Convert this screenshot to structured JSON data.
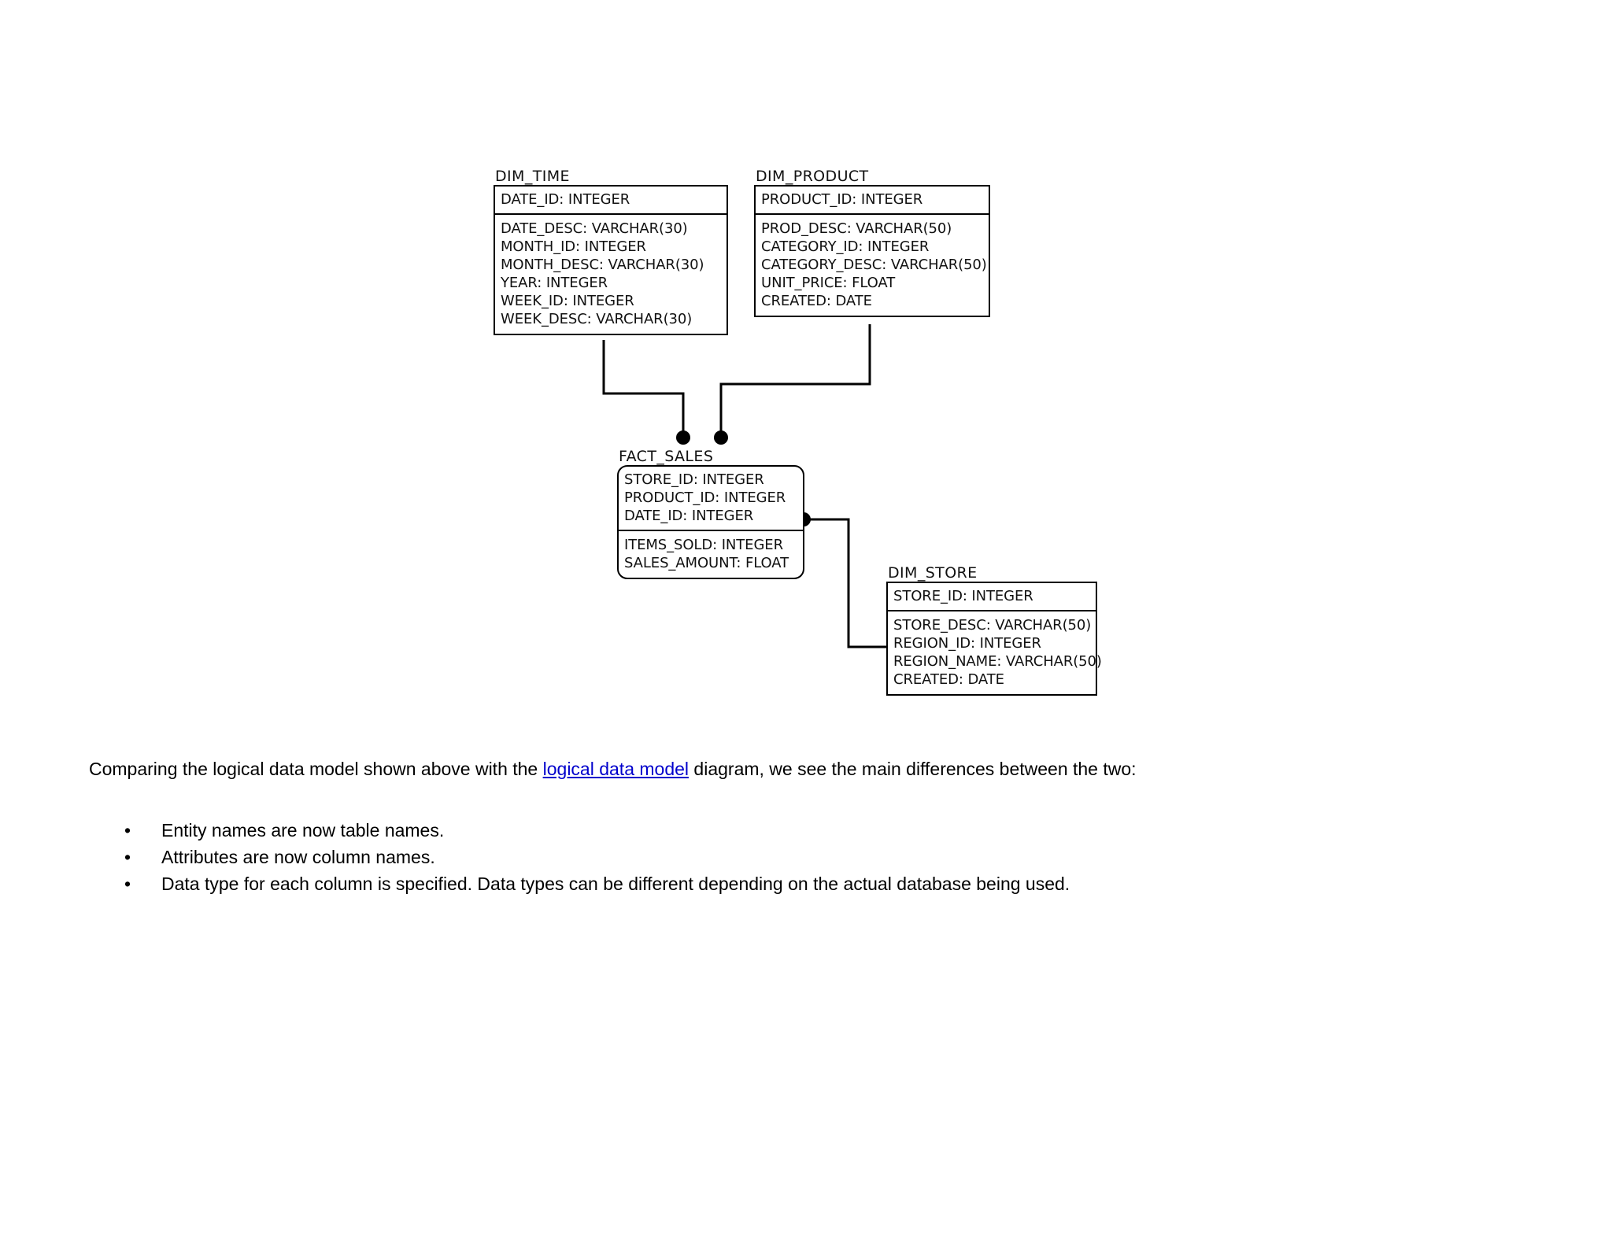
{
  "document": {
    "type": "physical-data-model-diagram",
    "background_color": "#ffffff",
    "text_color": "#000000",
    "link_color": "#0000cc"
  },
  "diagram": {
    "title": "",
    "entities": [
      {
        "name": "DIM_TIME",
        "primary_keys": [
          "DATE_ID: INTEGER"
        ],
        "attributes": [
          "DATE_DESC: VARCHAR(30)",
          "MONTH_ID: INTEGER",
          "MONTH_DESC: VARCHAR(30)",
          "YEAR: INTEGER",
          "WEEK_ID: INTEGER",
          "WEEK_DESC: VARCHAR(30)"
        ]
      },
      {
        "name": "DIM_PRODUCT",
        "primary_keys": [
          "PRODUCT_ID: INTEGER"
        ],
        "attributes": [
          "PROD_DESC: VARCHAR(50)",
          "CATEGORY_ID: INTEGER",
          "CATEGORY_DESC: VARCHAR(50)",
          "UNIT_PRICE: FLOAT",
          "CREATED: DATE"
        ]
      },
      {
        "name": "FACT_SALES",
        "primary_keys": [
          "STORE_ID: INTEGER",
          "PRODUCT_ID: INTEGER",
          "DATE_ID: INTEGER"
        ],
        "attributes": [
          "ITEMS_SOLD: INTEGER",
          "SALES_AMOUNT: FLOAT"
        ]
      },
      {
        "name": "DIM_STORE",
        "primary_keys": [
          "STORE_ID: INTEGER"
        ],
        "attributes": [
          "STORE_DESC: VARCHAR(50)",
          "REGION_ID: INTEGER",
          "REGION_NAME: VARCHAR(50)",
          "CREATED: DATE"
        ]
      }
    ],
    "relationships": [
      {
        "from": "DIM_TIME",
        "to": "FACT_SALES",
        "endpoint": "filled-dot"
      },
      {
        "from": "DIM_PRODUCT",
        "to": "FACT_SALES",
        "endpoint": "filled-dot"
      },
      {
        "from": "FACT_SALES",
        "to": "DIM_STORE",
        "endpoint": "filled-dot"
      }
    ]
  },
  "body": {
    "paragraph": {
      "before_link": "Comparing the logical data model shown above with the ",
      "link_text": "logical data model",
      "after_link": " diagram, we see the main differences between the two:"
    },
    "bullet_glyph": "•",
    "bullets": [
      "Entity names are now table names.",
      "Attributes are now column names.",
      "Data type for each column is specified. Data types can be different depending on the actual database being used."
    ]
  }
}
